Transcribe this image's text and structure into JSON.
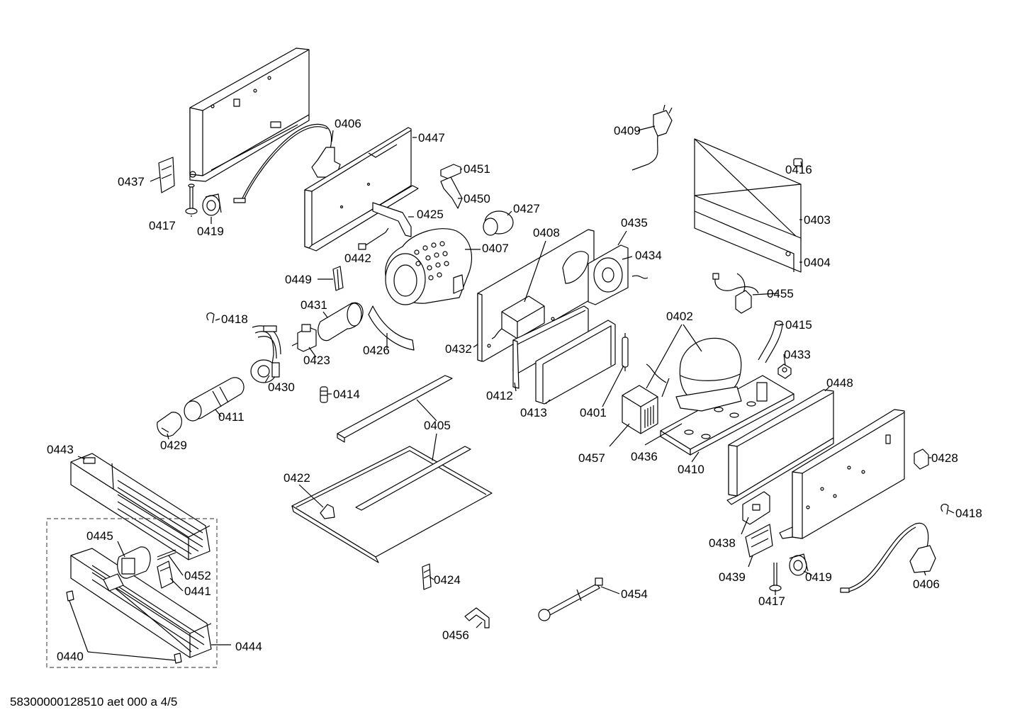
{
  "labels": {
    "l0401": "0401",
    "l0402": "0402",
    "l0403": "0403",
    "l0404": "0404",
    "l0405": "0405",
    "l0406a": "0406",
    "l0406b": "0406",
    "l0407": "0407",
    "l0408": "0408",
    "l0409": "0409",
    "l0410": "0410",
    "l0411": "0411",
    "l0412": "0412",
    "l0413": "0413",
    "l0414": "0414",
    "l0415": "0415",
    "l0416": "0416",
    "l0417a": "0417",
    "l0417b": "0417",
    "l0418a": "0418",
    "l0418b": "0418",
    "l0419a": "0419",
    "l0419b": "0419",
    "l0422": "0422",
    "l0423": "0423",
    "l0424": "0424",
    "l0425": "0425",
    "l0426": "0426",
    "l0427": "0427",
    "l0428": "0428",
    "l0429": "0429",
    "l0430": "0430",
    "l0431": "0431",
    "l0432": "0432",
    "l0433": "0433",
    "l0434": "0434",
    "l0435": "0435",
    "l0436": "0436",
    "l0437": "0437",
    "l0438": "0438",
    "l0439": "0439",
    "l0440": "0440",
    "l0441": "0441",
    "l0442": "0442",
    "l0443": "0443",
    "l0444": "0444",
    "l0445": "0445",
    "l0447": "0447",
    "l0448": "0448",
    "l0449": "0449",
    "l0450": "0450",
    "l0451": "0451",
    "l0452": "0452",
    "l0454": "0454",
    "l0455": "0455",
    "l0456": "0456",
    "l0457": "0457"
  },
  "footer": "58300000128510 aet 000 a 4/5"
}
